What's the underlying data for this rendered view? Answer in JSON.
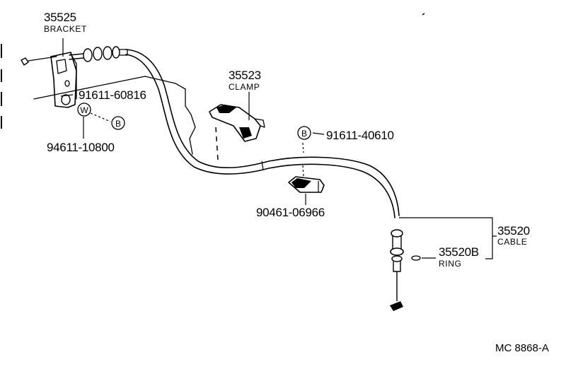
{
  "diagram": {
    "catalog_code": "MC 8868-A",
    "parts": {
      "bracket": {
        "number": "35525",
        "name": "BRACKET"
      },
      "clamp": {
        "number": "35523",
        "name": "CLAMP"
      },
      "cable": {
        "number": "35520",
        "name": "CABLE"
      },
      "ring": {
        "number": "35520B",
        "name": "RING"
      }
    },
    "fasteners": {
      "bolt_upper": "91611-60816",
      "washer": "94611-10800",
      "bolt_right": "91611-40610",
      "clip": "90461-06966"
    },
    "symbols": {
      "washer_letter": "W",
      "bolt_letter_left": "B",
      "bolt_letter_right": "B"
    }
  }
}
